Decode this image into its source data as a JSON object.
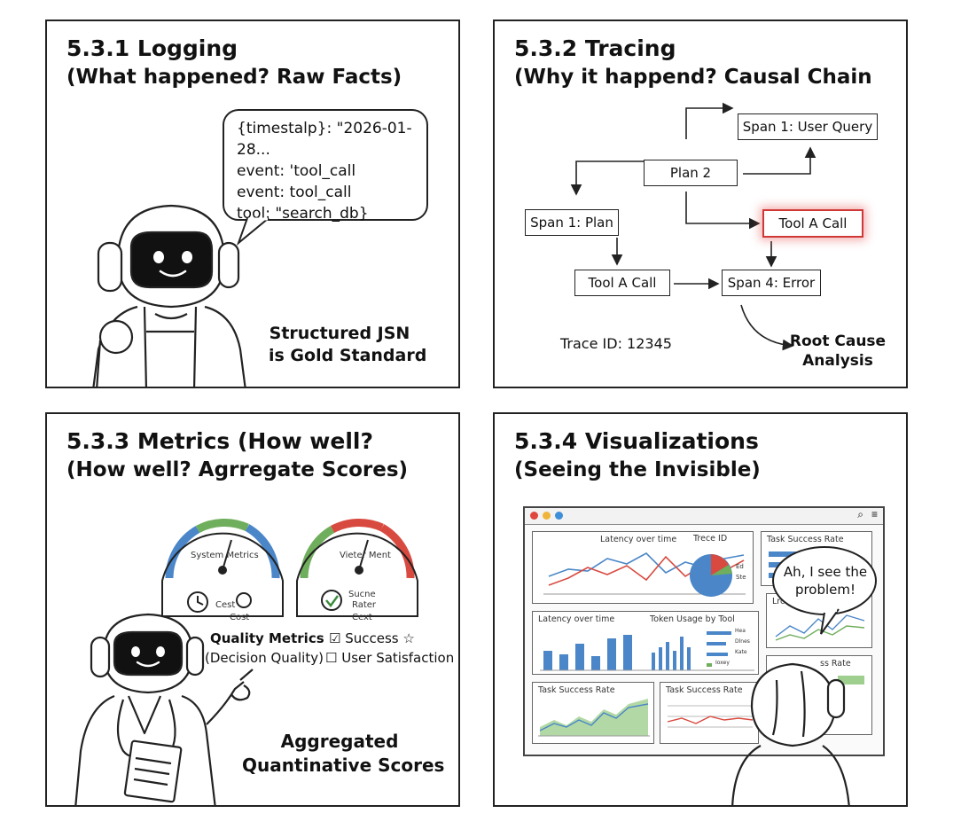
{
  "panels": {
    "logging": {
      "title": "5.3.1 Logging",
      "subtitle": "(What happened? Raw Facts)",
      "log_lines": [
        "{timestalp}: \"2026-01-28...",
        "event: 'tool_call",
        "event: tool_call",
        "tool: \"search_db}"
      ],
      "caption_lines": [
        "Structured JSN",
        "is Gold Standard"
      ]
    },
    "tracing": {
      "title": "5.3.2 Tracing",
      "subtitle": "(Why it happend? Causal Chain",
      "nodes": {
        "user_query": "Span 1: User Query",
        "plan2": "Plan 2",
        "span_plan": "Span 1: Plan",
        "tool_a_hl": "Tool A Call",
        "tool_a": "Tool A Call",
        "error": "Span 4: Error"
      },
      "trace_id": "Trace ID: 12345",
      "root_cause_lines": [
        "Root Cause",
        "Analysis"
      ]
    },
    "metrics": {
      "title": "5.3.3 Metrics (How well?",
      "subtitle": "(How well? Agrregate Scores)",
      "gauge1": {
        "label": "System Metrics",
        "items": [
          "Cest",
          "Cost"
        ]
      },
      "gauge2": {
        "label": "Vieter Ment",
        "items": [
          "Sucne",
          "Rater",
          "Cext"
        ]
      },
      "quality_label": "Quality Metrics",
      "quality_sub": "(Decision Quality)",
      "checks": [
        "Success",
        "User Satisfaction"
      ],
      "caption_lines": [
        "Aggregated",
        "Quantinative Scores"
      ],
      "colors": {
        "blue": "#4a86c8",
        "green": "#6fae5c",
        "red": "#d84a3f"
      }
    },
    "visualizations": {
      "title": "5.3.4 Visualizations",
      "subtitle": "(Seeing the Invisible)",
      "cards": {
        "latency1": "Latency over time",
        "trace": "Trece ID",
        "task1": "Task Success Rate",
        "latency2": "Latency over time",
        "token": "Token Usage by Tool",
        "small": "Lrc",
        "task2": "Task Success Rate",
        "task3": "Task Success Rate",
        "task4": "ss Rate"
      },
      "pie_legend": [
        "Ed",
        "Ste"
      ],
      "token_legend": [
        "Hea",
        "Dlnes",
        "Kate",
        "Ioxey"
      ],
      "speech_lines": [
        "Ah, I see the",
        "problem!"
      ],
      "window_dots": [
        "#e0463e",
        "#f1b43a",
        "#3f8fd8"
      ],
      "window_icons": [
        "search-icon",
        "menu-icon"
      ]
    }
  }
}
